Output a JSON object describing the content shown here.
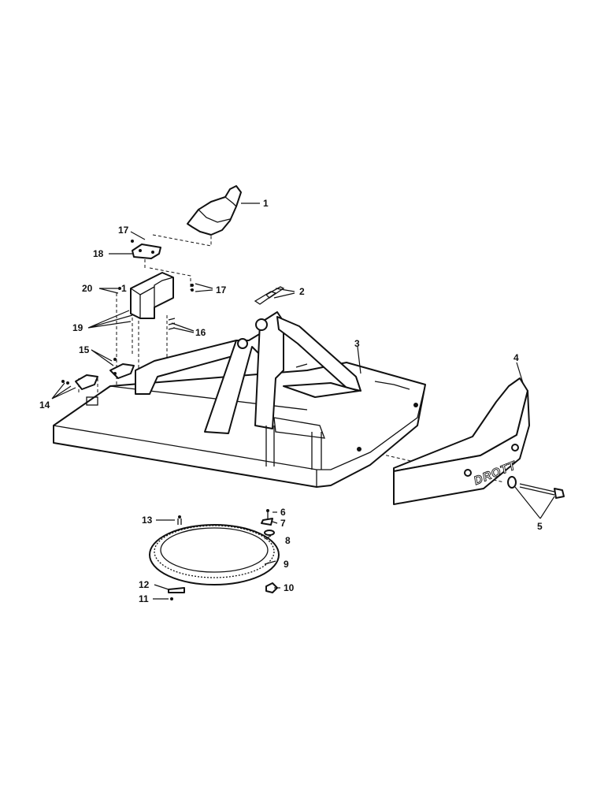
{
  "brand_text": "DROTT",
  "callouts": {
    "c1": "1",
    "c2": "2",
    "c3": "3",
    "c4": "4",
    "c5": "5",
    "c6": "6",
    "c7": "7",
    "c8": "8",
    "c9": "9",
    "c10": "10",
    "c11": "11",
    "c12": "12",
    "c13": "13",
    "c14": "14",
    "c15": "15",
    "c16": "16",
    "c17a": "17",
    "c17b": "17",
    "c18": "18",
    "c19": "19",
    "c20": "20",
    "c20b": "1"
  }
}
